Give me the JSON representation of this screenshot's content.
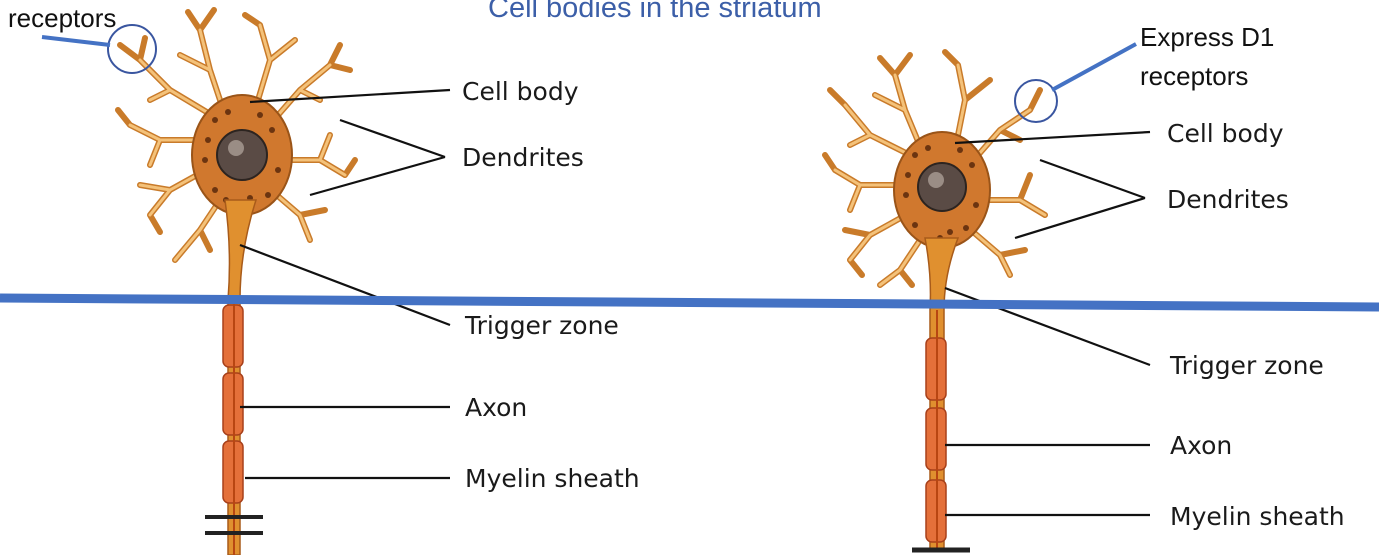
{
  "slide": {
    "title": "Cell bodies in the striatum",
    "left_callout": "receptors",
    "right_callout_line1": "Express D1",
    "right_callout_line2": "receptors",
    "colors": {
      "title": "#3c5fa8",
      "divider": "#4472c4",
      "dendrite": "#e9a548",
      "dendrite_outline": "#b86e20",
      "axon": "#e0782c",
      "myelin": "#e4703a"
    }
  },
  "left_neuron": {
    "labels": {
      "cell_body": "Cell body",
      "dendrites": "Dendrites",
      "trigger_zone": "Trigger zone",
      "axon": "Axon",
      "myelin_sheath": "Myelin sheath"
    }
  },
  "right_neuron": {
    "labels": {
      "cell_body": "Cell body",
      "dendrites": "Dendrites",
      "trigger_zone": "Trigger zone",
      "axon": "Axon",
      "myelin_sheath": "Myelin sheath"
    }
  }
}
